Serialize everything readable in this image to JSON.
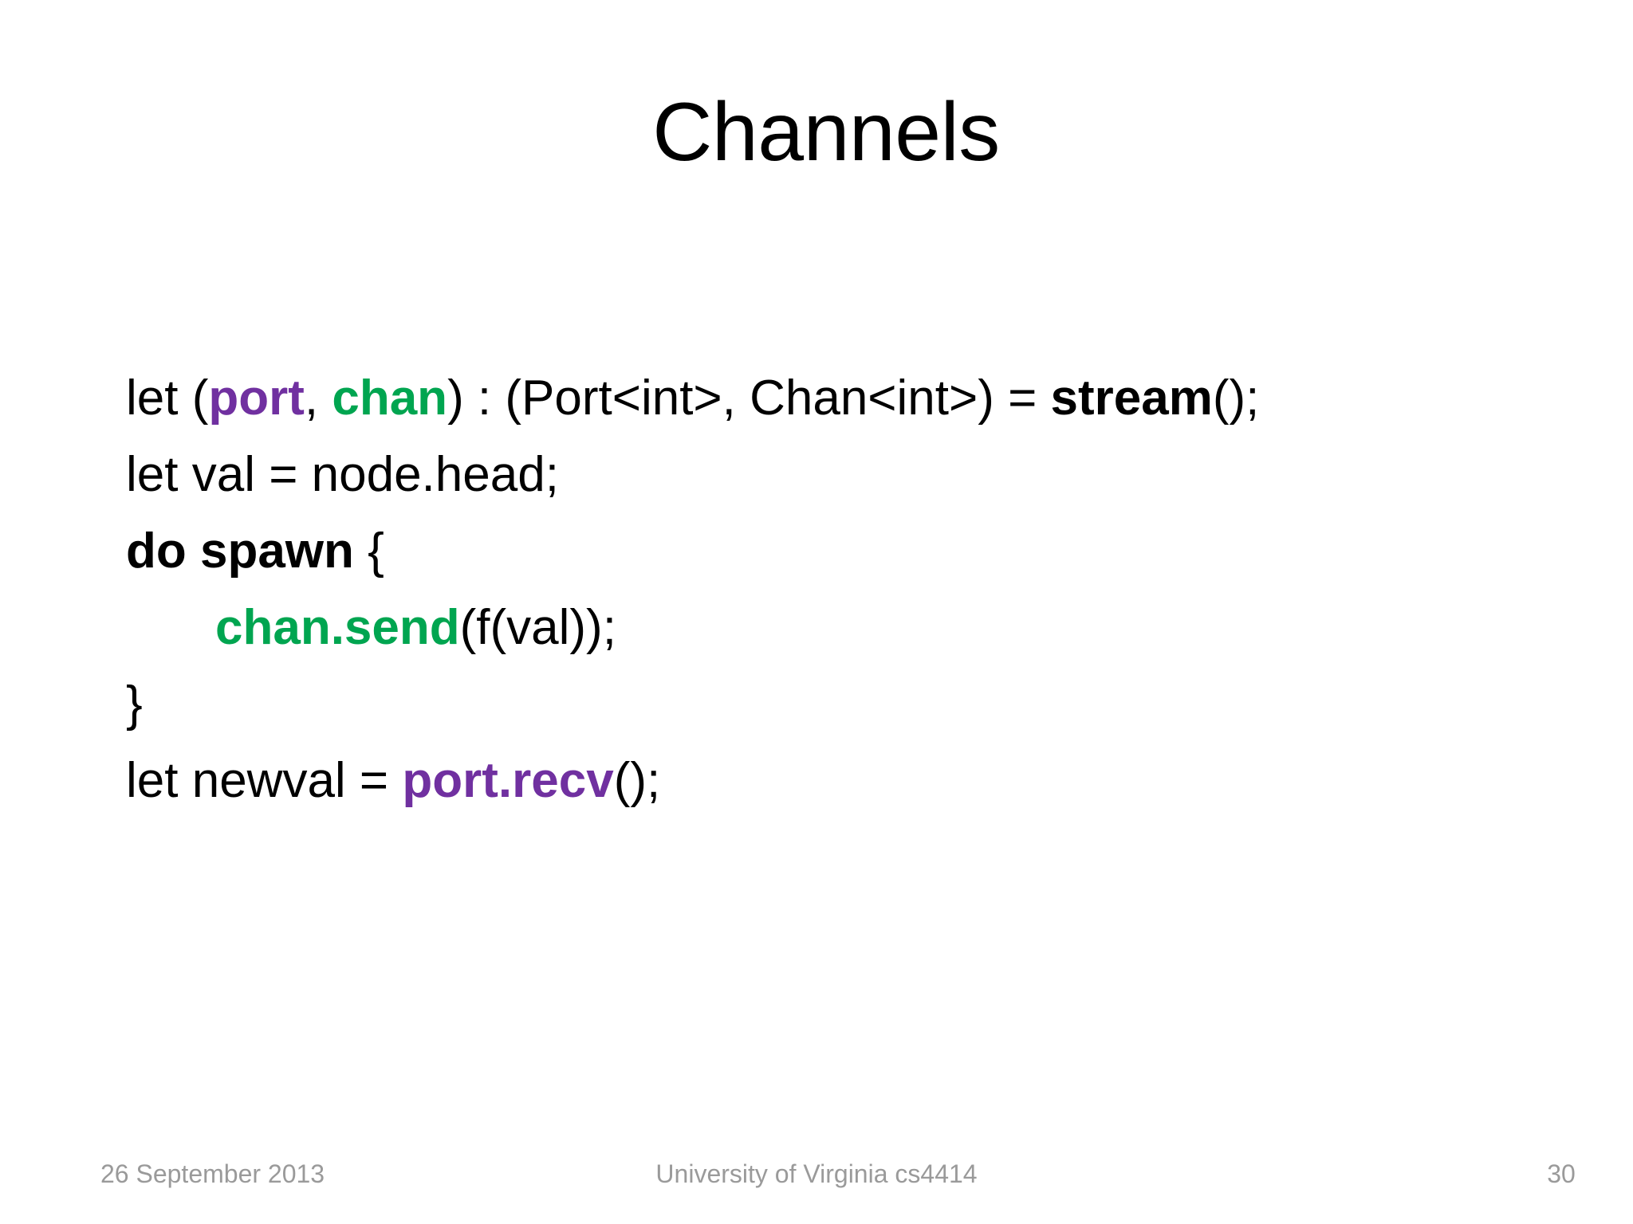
{
  "slide": {
    "title": "Channels",
    "background_color": "#ffffff"
  },
  "colors": {
    "purple": "#7030A0",
    "green": "#00A550",
    "black": "#000000",
    "footer_gray": "#9a9a9a"
  },
  "code": {
    "lines": [
      {
        "indent": false,
        "tokens": [
          {
            "text": "let (",
            "style": "plain"
          },
          {
            "text": "port",
            "style": "purple"
          },
          {
            "text": ", ",
            "style": "plain"
          },
          {
            "text": "chan",
            "style": "green"
          },
          {
            "text": ") : (Port<int>, Chan<int>) = ",
            "style": "plain"
          },
          {
            "text": "stream",
            "style": "bold"
          },
          {
            "text": "();",
            "style": "plain"
          }
        ]
      },
      {
        "indent": false,
        "tokens": [
          {
            "text": "let val = node.head;",
            "style": "plain"
          }
        ]
      },
      {
        "indent": false,
        "tokens": [
          {
            "text": "do spawn",
            "style": "bold"
          },
          {
            "text": " {",
            "style": "plain"
          }
        ]
      },
      {
        "indent": true,
        "tokens": [
          {
            "text": "chan.send",
            "style": "green"
          },
          {
            "text": "(f(val));",
            "style": "plain"
          }
        ]
      },
      {
        "indent": false,
        "tokens": [
          {
            "text": "}",
            "style": "plain"
          }
        ]
      },
      {
        "indent": false,
        "tokens": [
          {
            "text": "let newval = ",
            "style": "plain"
          },
          {
            "text": "port.recv",
            "style": "purple"
          },
          {
            "text": "();",
            "style": "plain"
          }
        ]
      }
    ]
  },
  "footer": {
    "date": "26 September 2013",
    "organization": "University of Virginia cs4414",
    "page_number": "30"
  }
}
